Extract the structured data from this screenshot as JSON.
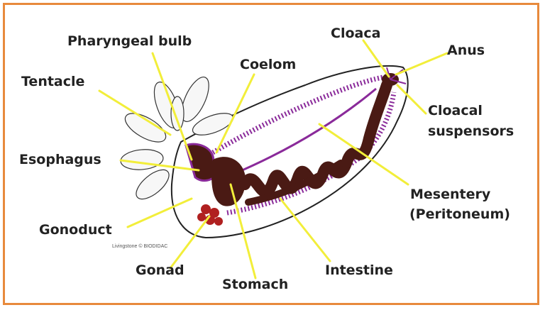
{
  "diagram": {
    "labels": {
      "pharyngeal_bulb": "Pharyngeal bulb",
      "tentacle": "Tentacle",
      "coelom": "Coelom",
      "cloaca": "Cloaca",
      "anus": "Anus",
      "cloacal_suspensors_line1": "Cloacal",
      "cloacal_suspensors_line2": "suspensors",
      "esophagus": "Esophagus",
      "mesentery_line1": "Mesentery",
      "mesentery_line2": "(Peritoneum)",
      "gonoduct": "Gonoduct",
      "gonad": "Gonad",
      "stomach": "Stomach",
      "intestine": "Intestine"
    },
    "credit": "Livingstone © BIODIDAC"
  },
  "colors": {
    "frame": "#e88a3c",
    "leader_line": "#f2ee3a",
    "intestine": "#4a1a14",
    "mesentery": "#8a2a9a",
    "gonad": "#b02020"
  }
}
